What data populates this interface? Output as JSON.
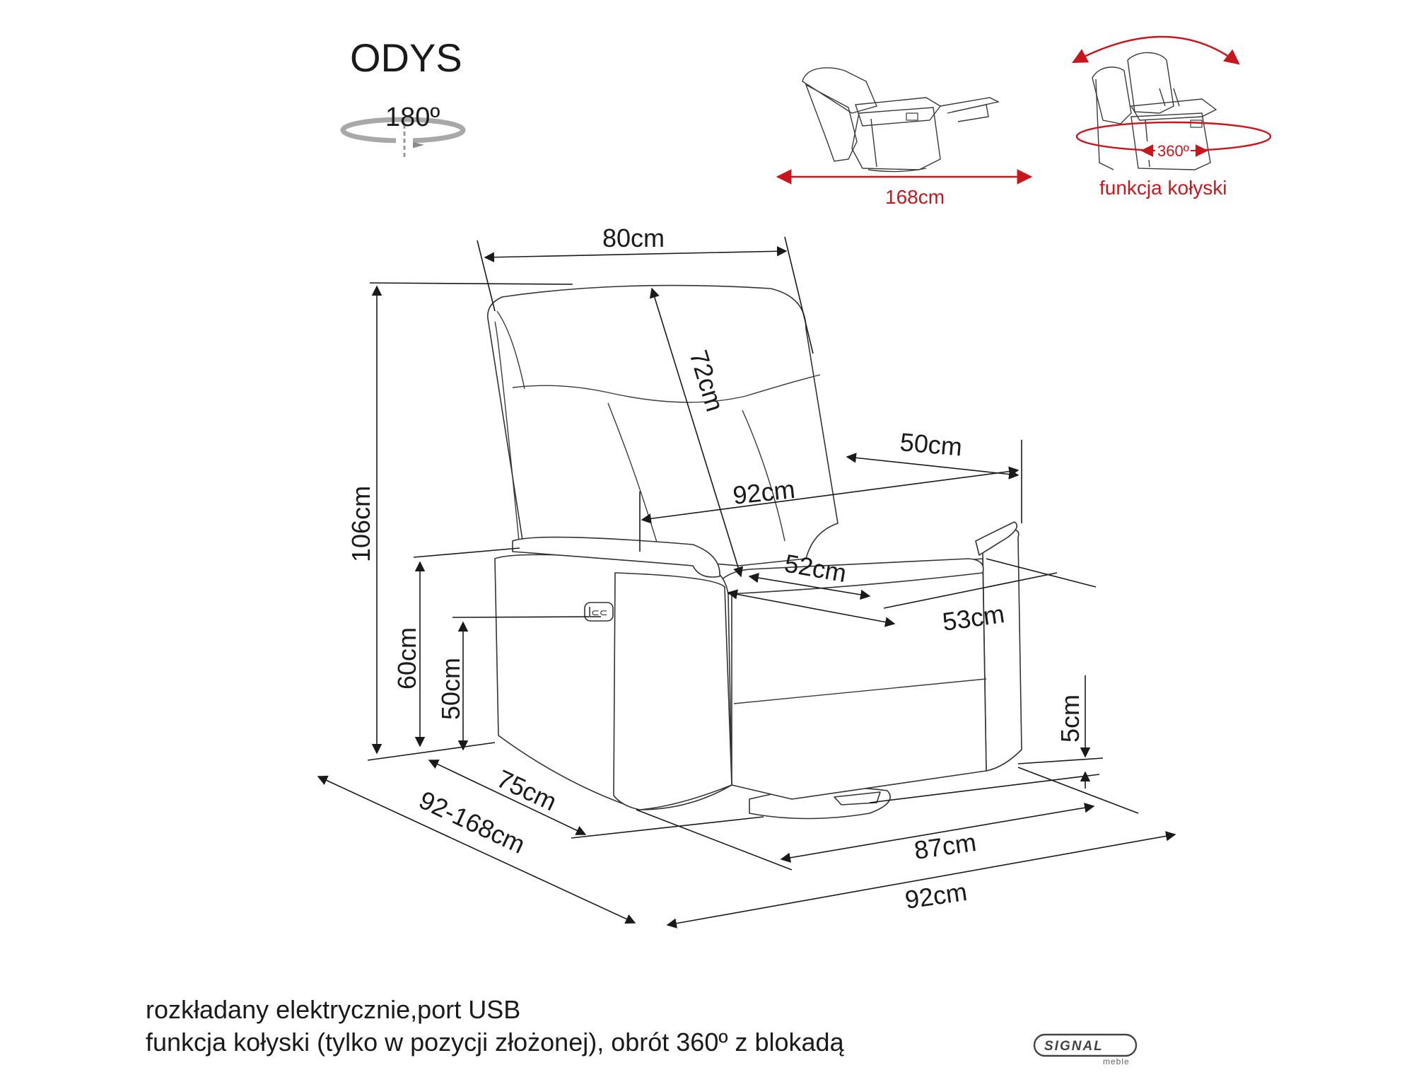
{
  "title": "ODYS",
  "rotation_label": "180º",
  "recline": {
    "length_label": "168cm"
  },
  "rocking": {
    "angle_label": "360º",
    "caption": "funkcja kołyski"
  },
  "dimensions": {
    "width_top": "80cm",
    "back_height": "72cm",
    "armrest_length": "50cm",
    "inner_width": "92cm",
    "total_height": "106cm",
    "arm_height": "60cm",
    "seat_height": "50cm",
    "seat_width": "52cm",
    "seat_depth": "53cm",
    "base_height": "5cm",
    "depth": "75cm",
    "depth_extended": "92-168cm",
    "base_width": "87cm",
    "total_width": "92cm"
  },
  "notes": [
    "rozkładany elektrycznie,port USB",
    "funkcja kołyski (tylko w pozycji złożonej), obrót 360º z blokadą"
  ],
  "brand": {
    "name": "SIGNAL",
    "sub": "meble"
  },
  "colors": {
    "accent": "#c8161d",
    "line": "#1a1a1a"
  }
}
